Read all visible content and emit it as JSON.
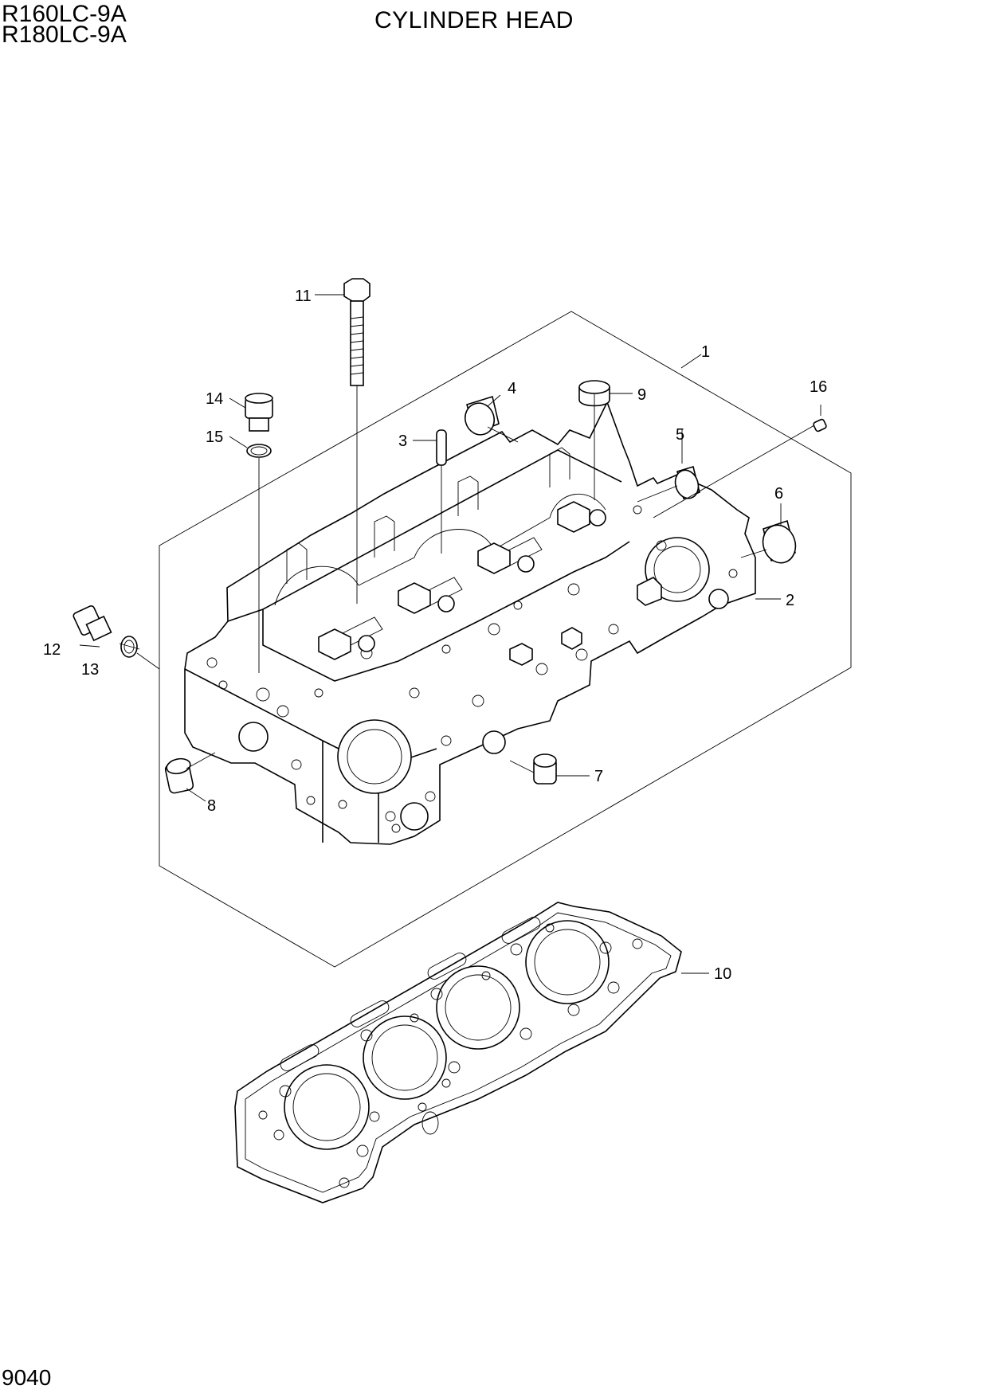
{
  "header": {
    "model_lines": [
      "R160LC-9A",
      "R180LC-9A"
    ],
    "title": "CYLINDER HEAD",
    "page_number": "9040"
  },
  "callouts": [
    "1",
    "2",
    "3",
    "4",
    "5",
    "6",
    "7",
    "8",
    "9",
    "10",
    "11",
    "12",
    "13",
    "14",
    "15",
    "16"
  ]
}
